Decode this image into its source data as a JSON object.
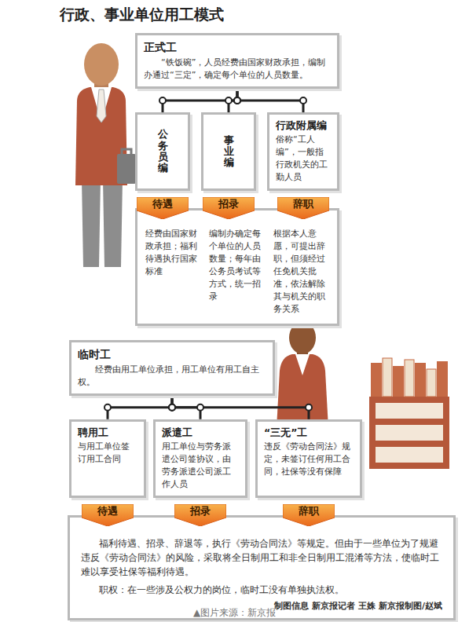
{
  "diagram": {
    "title": "行政、事业单位用工模式",
    "caption": "▲图片来源：新京报",
    "nodes": [
      {
        "text": [
          "正式工",
          "“铁饭碗”，人员经费由国家财政承担，编制办通过“三定”，确定每个单位的人员数量。"
        ]
      },
      {
        "text": [
          "公务员编"
        ]
      },
      {
        "text": [
          "事业编"
        ]
      },
      {
        "text": [
          "行政附属编",
          "俗称“工人编”，一般指行政机关的工勤人员"
        ]
      },
      {
        "text": [
          "待遇"
        ]
      },
      {
        "text": [
          "招录"
        ]
      },
      {
        "text": [
          "辞职"
        ]
      },
      {
        "text": [
          "经费由国家财政承担；福利待遇执行国家标准",
          "编制办确定每个单位的人员数量；每年由公务员考试等方式，统一招录",
          "根据本人意愿，可提出辞职，但须经过任免机关批准，依法解除其与机关的职务关系"
        ]
      },
      {
        "text": [
          "临时工",
          "经费由用工单位承担，用工单位有用工自主权。"
        ]
      },
      {
        "text": [
          "聘用工",
          "与用工单位签订用工合同"
        ]
      },
      {
        "text": [
          "派遣工",
          "用工单位与劳务派遣公司签协议，由劳务派遣公司派工作人员"
        ]
      },
      {
        "text": [
          "“三无”工",
          "违反《劳动合同法》规定，未签订任何用工合同，社保等没有保障"
        ]
      },
      {
        "text": [
          "待遇"
        ]
      },
      {
        "text": [
          "招录"
        ]
      },
      {
        "text": [
          "辞职"
        ]
      },
      {
        "text": [
          "福利待遇、招录、辞退等，执行《劳动合同法》等规定。但由于一些单位为了规避违反《劳动合同法》的风险，采取将全日制用工和非全日制用工混淆等方法，使临时工难以享受社保等福利待遇。",
          "职权：在一些涉及公权力的岗位，临时工没有单独执法权。",
          "制图信息 新京报记者 王姝 新京报制图/赵斌"
        ]
      }
    ],
    "edges": [
      {
        "from": 0,
        "to": 1,
        "arrow": "none"
      },
      {
        "from": 0,
        "to": 2,
        "arrow": "none"
      },
      {
        "from": 0,
        "to": 3,
        "arrow": "none"
      },
      {
        "from": 8,
        "to": 9,
        "arrow": "none"
      },
      {
        "from": 8,
        "to": 10,
        "arrow": "none"
      },
      {
        "from": 8,
        "to": 11,
        "arrow": "none"
      }
    ]
  }
}
